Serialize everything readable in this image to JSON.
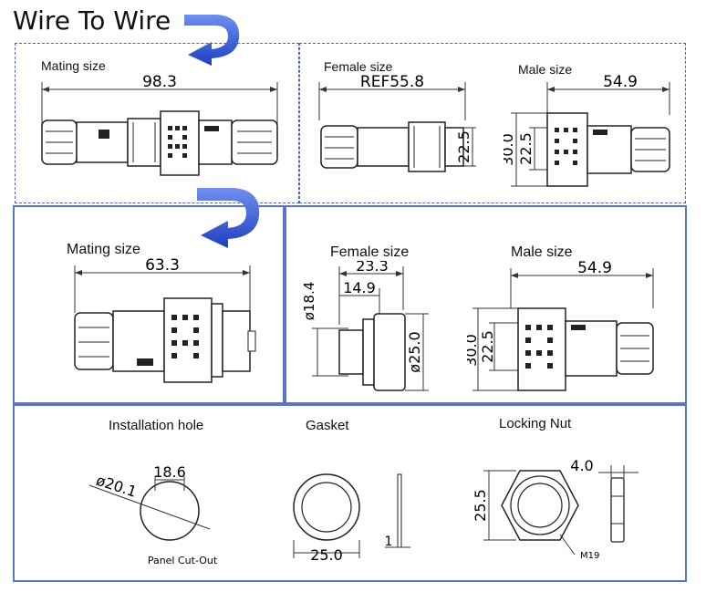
{
  "title": "Wire To Wire",
  "section_wire": {
    "mating_label": "Mating size",
    "mating_dim": "98.3",
    "female_label": "Female size",
    "female_dim": "REF55.8",
    "female_height": "22.5",
    "male_label": "Male size",
    "male_width": "54.9",
    "male_outer": "30.0",
    "male_inner": "22.5"
  },
  "section_panel": {
    "mating_label": "Mating size",
    "mating_dim": "63.3",
    "female_label": "Female size",
    "female_d_left": "ø18.4",
    "female_w1": "23.3",
    "female_w2": "14.9",
    "female_d_right": "ø25.0",
    "male_label": "Male size",
    "male_width": "54.9",
    "male_outer": "30.0",
    "male_inner": "22.5"
  },
  "section_parts": {
    "install_label": "Installation hole",
    "hole_dia": "ø20.1",
    "hole_flat": "18.6",
    "cutout_label": "Panel Cut-Out",
    "gasket_label": "Gasket",
    "gasket_dia": "25.0",
    "gasket_thk": "1",
    "nut_label": "Locking Nut",
    "nut_thk": "4.0",
    "nut_height": "25.5",
    "nut_thread": "M19"
  },
  "colors": {
    "border": "#4a63b8",
    "arrow": "#2e55d8"
  }
}
